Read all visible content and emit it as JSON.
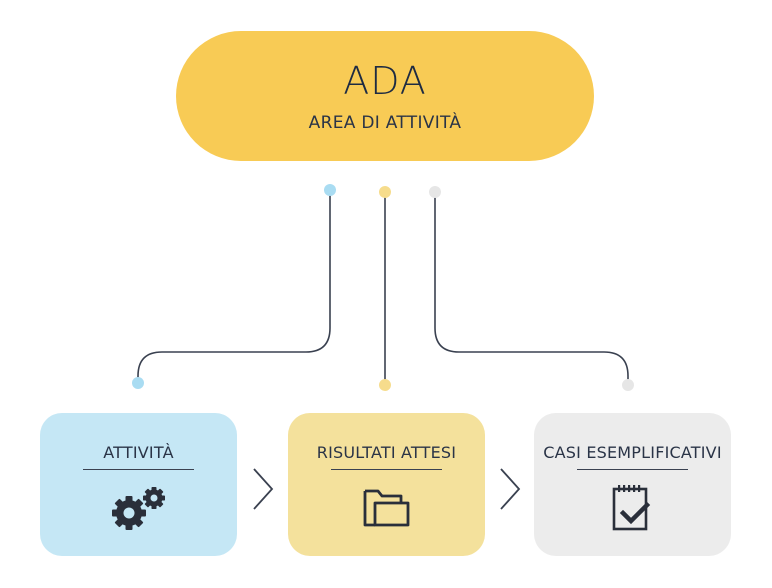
{
  "ada": {
    "title": "ADA",
    "subtitle": "AREA DI ATTIVITÀ"
  },
  "cards": [
    {
      "label": "ATTIVITÀ",
      "icon": "gears-icon",
      "color": "#c5e7f5"
    },
    {
      "label": "RISULTATI ATTESI",
      "icon": "folder-icon",
      "color": "#f4e19c"
    },
    {
      "label": "CASI ESEMPLIFICATIVI",
      "icon": "checklist-icon",
      "color": "#ececec"
    }
  ],
  "colors": {
    "pill": "#f8cb55",
    "line": "#3a4150",
    "dot_blue": "#a9dcf2",
    "dot_yellow": "#f6dc8c",
    "dot_gray": "#e6e6e6"
  }
}
